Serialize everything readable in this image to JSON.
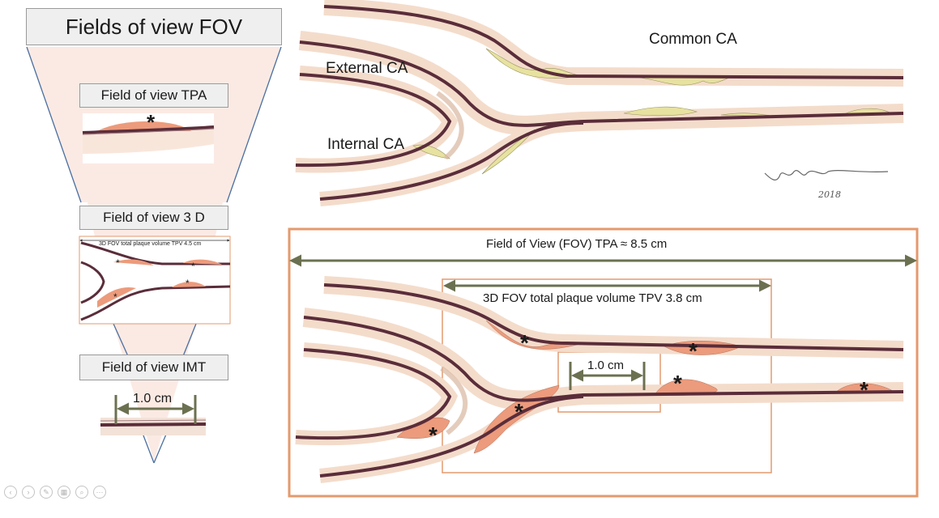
{
  "left_panel": {
    "title": "Fields of view FOV",
    "tpa_label": "Field of view TPA",
    "tpa_asterisk": "*",
    "view3d_label": "Field of view 3 D",
    "view3d_caption": "3D FOV total plaque volume TPV 4.5 cm",
    "view3d_asterisks": [
      "*",
      "*",
      "*",
      "*"
    ],
    "imt_label": "Field of view IMT",
    "imt_measure": "1.0 cm"
  },
  "top_diagram": {
    "labels": {
      "common": "Common CA",
      "external": "External CA",
      "internal": "Internal CA"
    },
    "signature": "2018"
  },
  "bottom_diagram": {
    "fov_tpa": "Field of View (FOV) TPA ≈ 8.5 cm",
    "fov_3d": "3D FOV total plaque volume TPV 3.8 cm",
    "fov_imt": "1.0 cm",
    "asterisks": [
      "*",
      "*",
      "*",
      "*",
      "*",
      "*"
    ]
  },
  "colors": {
    "vessel_wall": "#5a2d3a",
    "adventitia": "#f3d5c2",
    "plaque_yellow": "#e7e2a0",
    "plaque_orange": "#ec9b7c",
    "frame_orange": "#e39a6e",
    "arrow_olive": "#6b7150",
    "funnel_fill": "#fbeae4",
    "funnel_line": "#4a6fa0"
  },
  "controls": [
    "back-icon",
    "forward-icon",
    "pen-icon",
    "slides-icon",
    "zoom-icon",
    "more-icon"
  ]
}
